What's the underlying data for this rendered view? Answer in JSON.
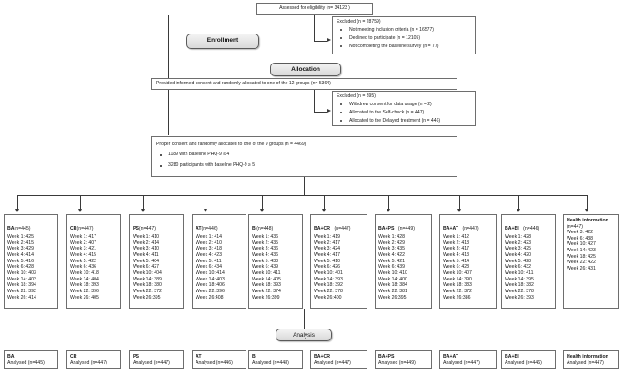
{
  "diagram": {
    "title": "CONSORT participant flow diagram",
    "stages": [
      {
        "id": "enrollment",
        "label": "Enrollment"
      },
      {
        "id": "allocation",
        "label": "Allocation"
      },
      {
        "id": "analysis",
        "label": "Analysis"
      }
    ],
    "assessed": {
      "text": "Assessed for eligibility (n= 34123 )"
    },
    "excluded_1": {
      "header": "Excluded (n = 28759)",
      "items": [
        "Not meeting inclusion criteria (n = 16577)",
        "Declined to participate (n = 12105)",
        "Not completing the baseline survey (n = 77)"
      ]
    },
    "consent_12": {
      "text": "Provided informed consent and randomly allocated to one of the 12 groups (n= 5364)"
    },
    "excluded_2": {
      "header": "Excluded (n = 895)",
      "items": [
        "Withdrew consent for data usage (n = 2)",
        "Allocated to the Self-check (n = 447)",
        "Allocated to the Delayed treatment  (n = 446)"
      ]
    },
    "consent_9": {
      "header": "Proper consent and randomly allocated to one of the 9 groups (n = 4469)",
      "items": [
        "1189 with baseline PHQ-9 ≤ 4",
        "3280 participants with baseline PHQ-9 ≥ 5"
      ]
    },
    "week_labels": [
      "Week 1:",
      "Week 2:",
      "Week 3:",
      "Week 4:",
      "Week 5:",
      "Week 6:",
      "Week 10:",
      "Week 14:",
      "Week 18:",
      "Week 22:",
      "Week 26:"
    ],
    "groups": [
      {
        "name": "BA",
        "n": "(n=445)",
        "values": [
          425,
          415,
          429,
          414,
          416,
          428,
          403,
          402,
          394,
          392,
          414
        ]
      },
      {
        "name": "CR",
        "n": "(n=447)",
        "values": [
          417,
          407,
          421,
          415,
          422,
          436,
          418,
          404,
          393,
          396,
          405
        ]
      },
      {
        "name": "PS",
        "n": "(n=447)",
        "values": [
          410,
          414,
          410,
          411,
          404,
          427,
          404,
          389,
          380,
          372,
          395
        ]
      },
      {
        "name": "AT",
        "n": "(n=446)",
        "values": [
          414,
          410,
          418,
          423,
          411,
          434,
          414,
          403,
          406,
          396,
          408
        ]
      },
      {
        "name": "BI",
        "n": "(n=448)",
        "values": [
          436,
          435,
          436,
          436,
          433,
          439,
          411,
          405,
          393,
          374,
          399
        ]
      },
      {
        "name": "BA+CR",
        "n": "(n=447)",
        "values": [
          419,
          417,
          424,
          417,
          410,
          426,
          401,
          393,
          392,
          378,
          400
        ]
      },
      {
        "name": "BA+PS",
        "n": "(n=449)",
        "values": [
          428,
          429,
          435,
          422,
          421,
          439,
          410,
          400,
          384,
          381,
          395
        ]
      },
      {
        "name": "BA+AT",
        "n": "(n=447)",
        "values": [
          412,
          418,
          417,
          413,
          414,
          428,
          407,
          390,
          383,
          372,
          386
        ]
      },
      {
        "name": "BA+BI",
        "n": "(n=446)",
        "values": [
          428,
          423,
          425,
          420,
          428,
          432,
          411,
          395,
          382,
          378,
          393
        ]
      }
    ],
    "health_info": {
      "name": "Health information",
      "n": "(n=447)",
      "week_labels": [
        "Week 3:",
        "Week 6:",
        "Week 10:",
        "Week 14:",
        "Week 18:",
        "Week 22:",
        "Week 26:"
      ],
      "values": [
        422,
        438,
        427,
        423,
        425,
        422,
        431
      ]
    },
    "analysis": [
      {
        "name": "BA",
        "value": "Analysed (n=445)"
      },
      {
        "name": "CR",
        "value": "Analysed (n=447)"
      },
      {
        "name": "PS",
        "value": "Analysed (n=447)"
      },
      {
        "name": "AT",
        "value": "Analysed (n=446)"
      },
      {
        "name": "BI",
        "value": "Analysed (n=448)"
      },
      {
        "name": "BA+CR",
        "value": "Analysed (n=447)"
      },
      {
        "name": "BA+PS",
        "value": "Analysed (n=449)"
      },
      {
        "name": "BA+AT",
        "value": "Analysed (n=447)"
      },
      {
        "name": "BA+BI",
        "value": "Analysed (n=446)"
      },
      {
        "name": "Health information",
        "value": "Analysed (n=447)"
      }
    ]
  }
}
